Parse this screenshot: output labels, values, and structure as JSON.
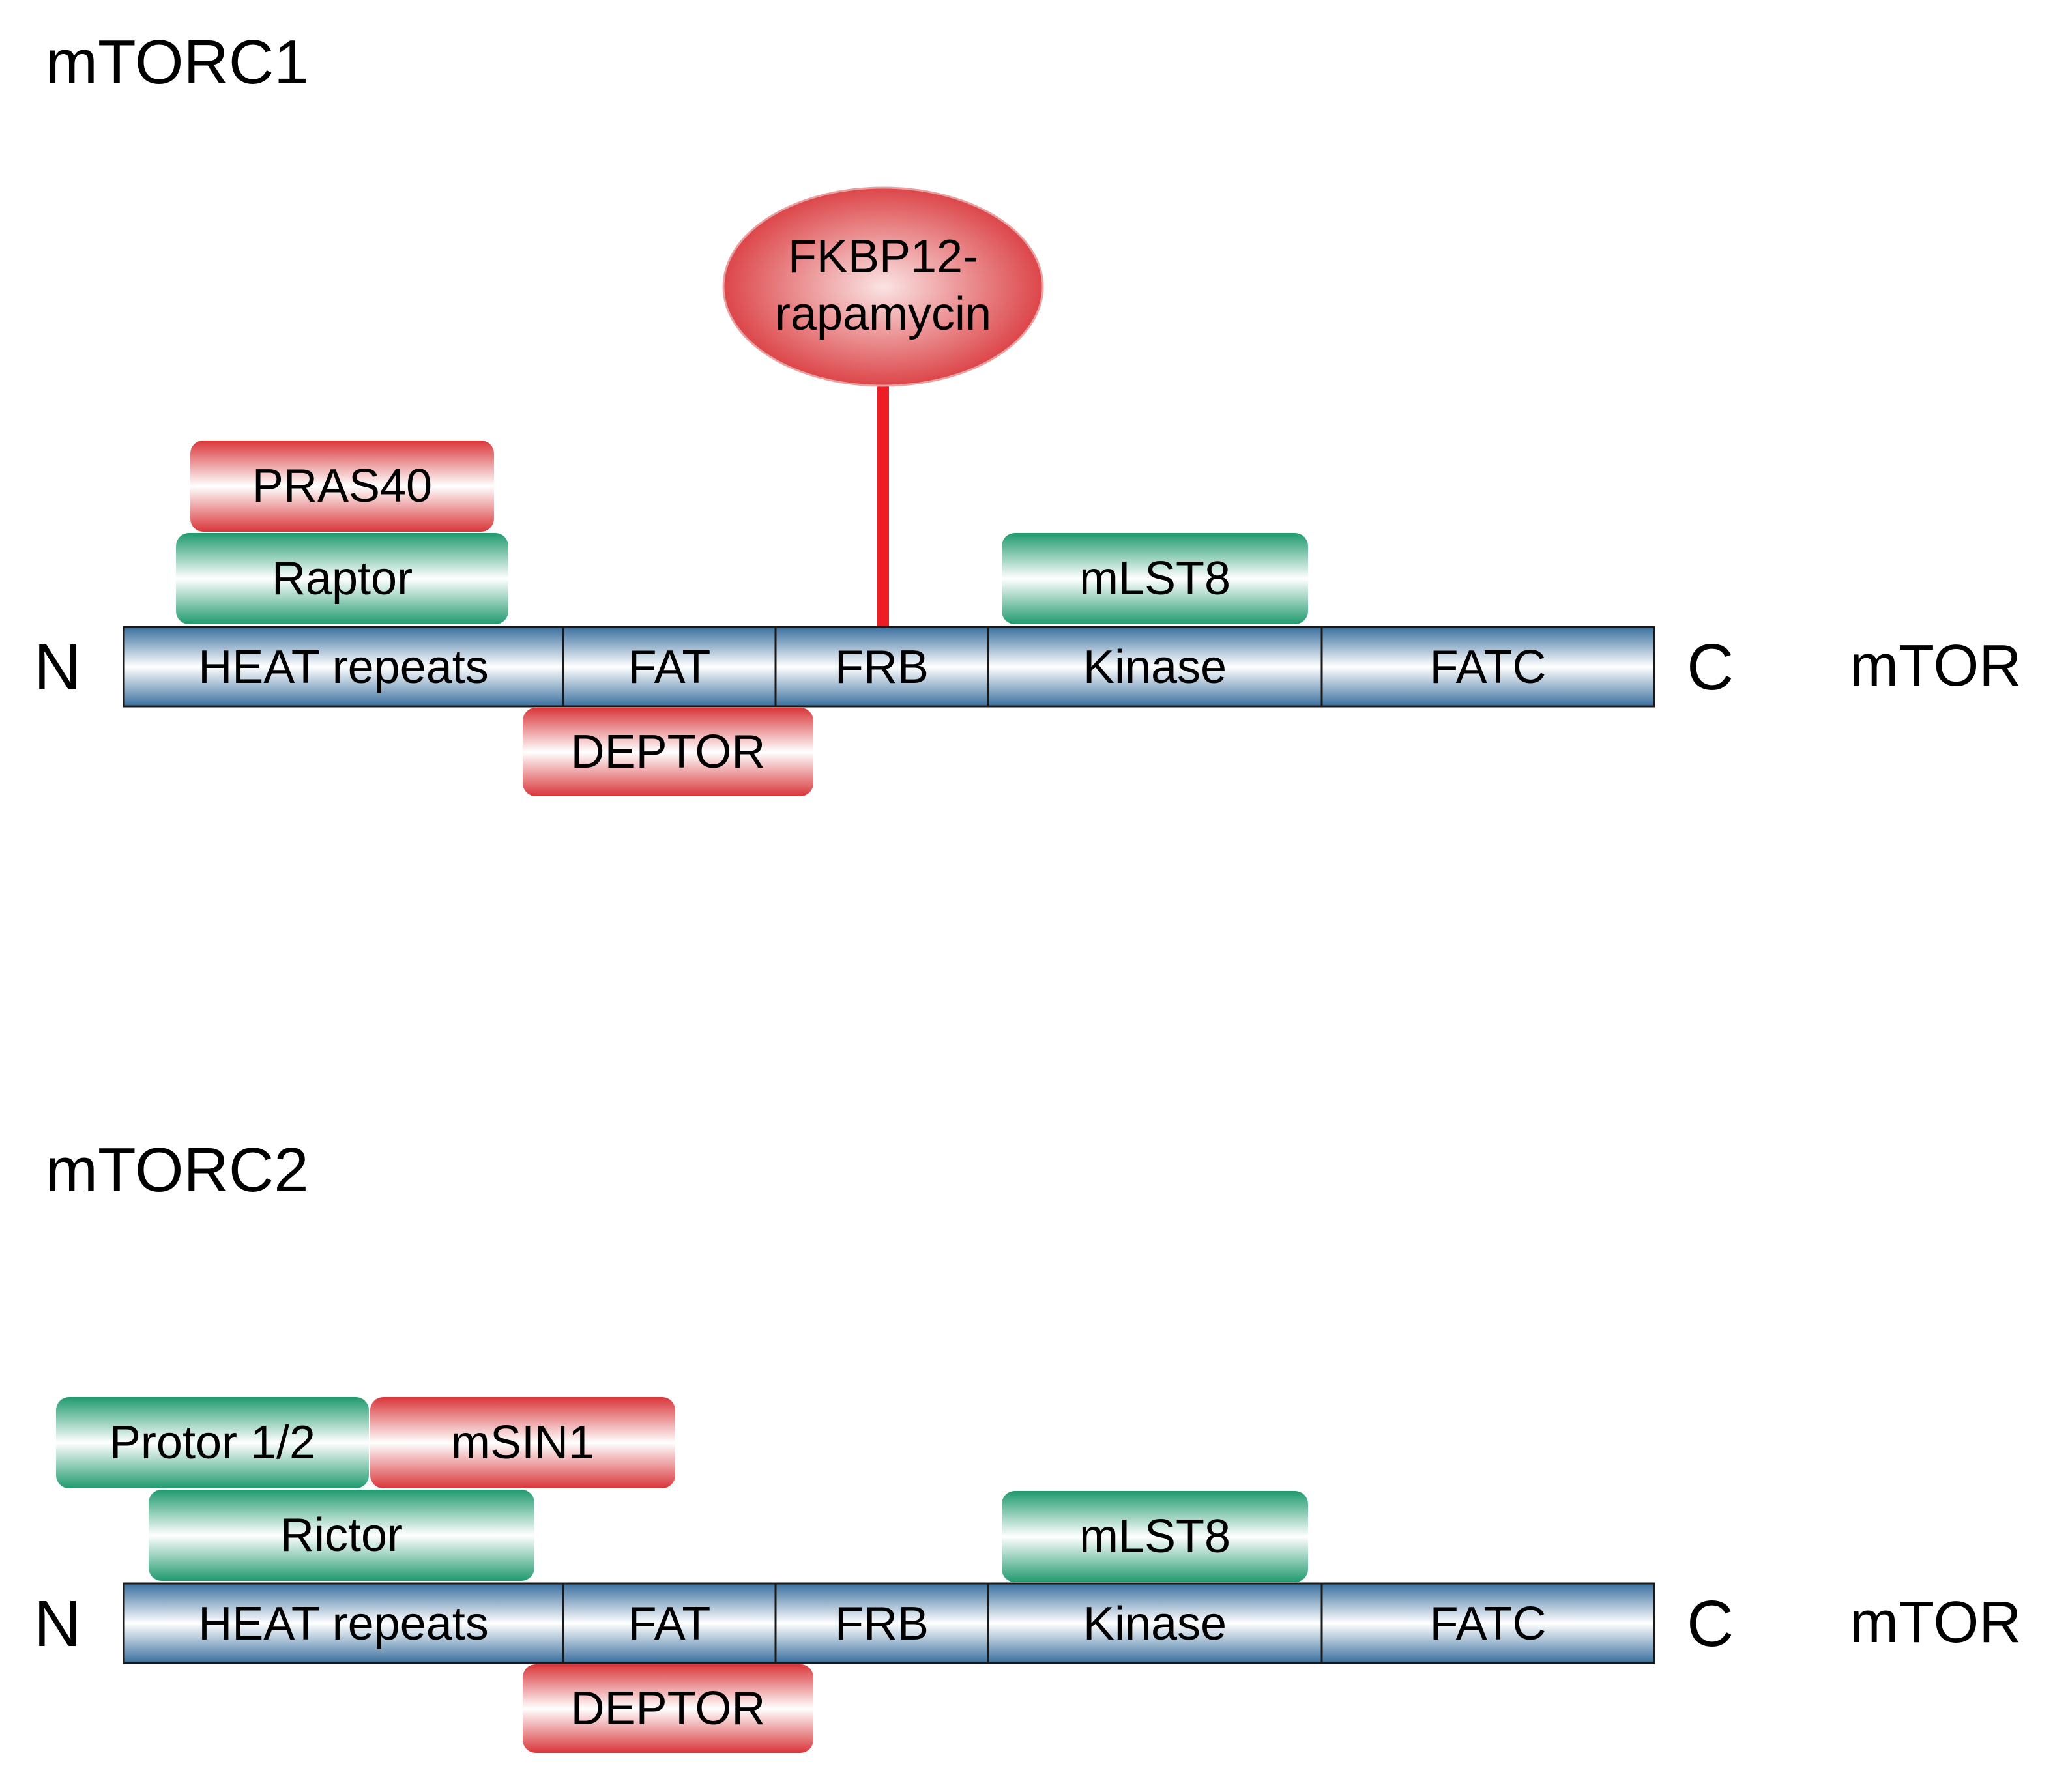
{
  "colors": {
    "domain_edge": "#3a6f9e",
    "domain_light": "#ffffff",
    "domain_stroke": "#1a1a1a",
    "red_edge": "#d9363a",
    "red_light": "#ffffff",
    "green_edge": "#1f9a6e",
    "green_light": "#ffffff",
    "line_red": "#ee1c24"
  },
  "panels": [
    {
      "title": "mTORC1",
      "n_label": "N",
      "c_label": "C",
      "protein_label": "mTOR",
      "domains": [
        "HEAT repeats",
        "FAT",
        "FRB",
        "Kinase",
        "FATC"
      ],
      "binders": [
        "PRAS40",
        "Raptor",
        "mLST8",
        "DEPTOR"
      ],
      "inhibitor": [
        "FKBP12-",
        "rapamycin"
      ]
    },
    {
      "title": "mTORC2",
      "n_label": "N",
      "c_label": "C",
      "protein_label": "mTOR",
      "domains": [
        "HEAT repeats",
        "FAT",
        "FRB",
        "Kinase",
        "FATC"
      ],
      "binders": [
        "Protor 1/2",
        "mSIN1",
        "Rictor",
        "mLST8",
        "DEPTOR"
      ]
    }
  ]
}
